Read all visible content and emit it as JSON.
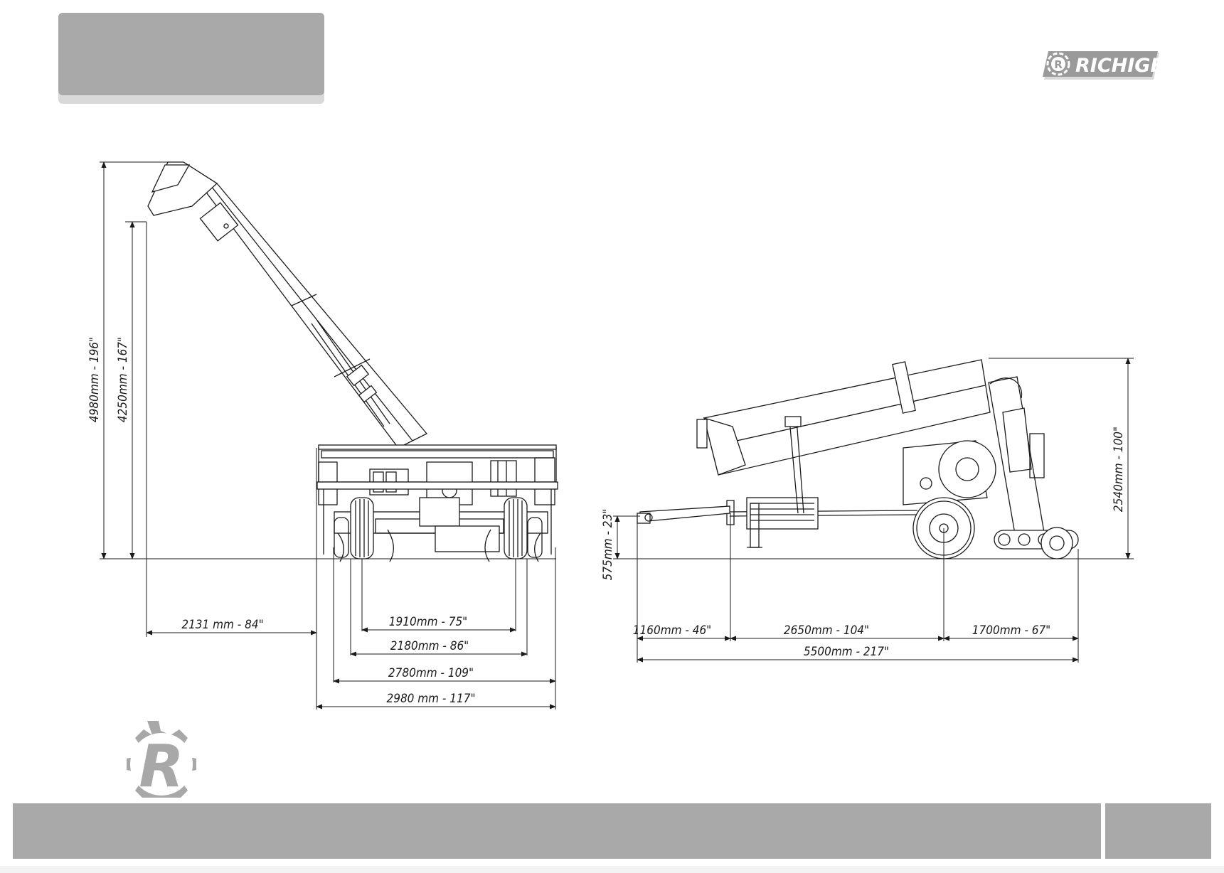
{
  "brand": {
    "name": "RICHIGER",
    "emblem_letter": "R"
  },
  "colors": {
    "panel_gray": "#a9a9a9",
    "light_gray": "#d9d9d9",
    "line": "#1a1a1a",
    "emblem_gray": "#a8a8a8"
  },
  "front_view": {
    "height_total": "4980mm - 196\"",
    "height_outlet": "4250mm - 167\"",
    "reach": "2131  mm - 84\"",
    "track_width": "1910mm - 75\"",
    "axle_width": "2180mm - 86\"",
    "width_inner": "2780mm - 109\"",
    "width_total": "2980 mm - 117\""
  },
  "side_view": {
    "hitch_height": "575mm - 23\"",
    "height_transport": "2540mm - 100\"",
    "hitch_to_jack": "1160mm - 46\"",
    "jack_to_axle": "2650mm - 104\"",
    "axle_to_rear": "1700mm - 67\"",
    "length_total": "5500mm - 217\""
  }
}
